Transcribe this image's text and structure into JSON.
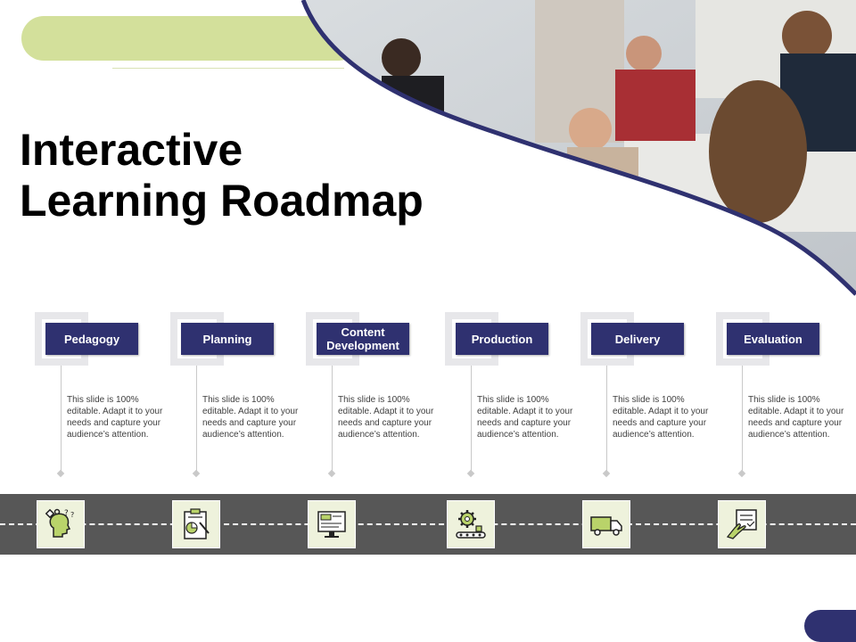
{
  "title": {
    "line1": "Interactive",
    "line2": "Learning Roadmap"
  },
  "colors": {
    "navy": "#2f3170",
    "accent_green": "#d3e09b",
    "road_gray": "#575757"
  },
  "steps": [
    {
      "label": "Pedagogy",
      "description": "This slide is 100% editable. Adapt it to your needs and capture your audience’s attention.",
      "icon": "head-puzzle-icon"
    },
    {
      "label": "Planning",
      "description": "This slide is 100% editable. Adapt it to your needs and capture your audience’s attention.",
      "icon": "clipboard-chart-icon"
    },
    {
      "label": "Content Development",
      "description": "This slide is 100% editable. Adapt it to your needs and capture your audience’s attention.",
      "icon": "computer-document-icon"
    },
    {
      "label": "Production",
      "description": "This slide is 100% editable. Adapt it to your needs and capture your audience’s attention.",
      "icon": "gear-conveyor-icon"
    },
    {
      "label": "Delivery",
      "description": "This slide is 100% editable. Adapt it to your needs and capture your audience’s attention.",
      "icon": "truck-icon"
    },
    {
      "label": "Evaluation",
      "description": "This slide is 100% editable. Adapt it to your needs and capture your audience’s attention.",
      "icon": "hand-checklist-icon"
    }
  ]
}
